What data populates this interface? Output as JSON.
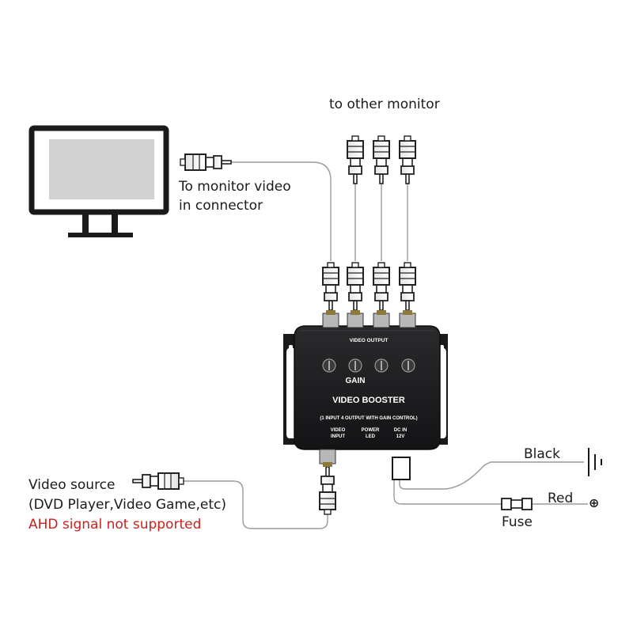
{
  "labels": {
    "to_other_monitor": "to other monitor",
    "to_monitor_line1": "To monitor video",
    "to_monitor_line2": "in connector",
    "video_source_line1": "Video source",
    "video_source_line2": "(DVD Player,Video Game,etc)",
    "ahd_warning": "AHD signal not supported",
    "black": "Black",
    "red": "Red",
    "fuse": "Fuse",
    "positive_symbol": "⊕"
  },
  "device": {
    "video_output": "VIDEO OUTPUT",
    "gain": "GAIN",
    "title": "VIDEO BOOSTER",
    "subtitle": "(1 INPUT 4 OUTPUT WITH GAIN CONTROL)",
    "video_input_1": "VIDEO",
    "video_input_2": "INPUT",
    "power_led_1": "POWER",
    "power_led_2": "LED",
    "dc_in_1": "DC IN",
    "dc_in_2": "12V"
  },
  "colors": {
    "warning": "#c8231d",
    "device_body": "#1c1c1e",
    "wire": "#9a9a9a"
  }
}
